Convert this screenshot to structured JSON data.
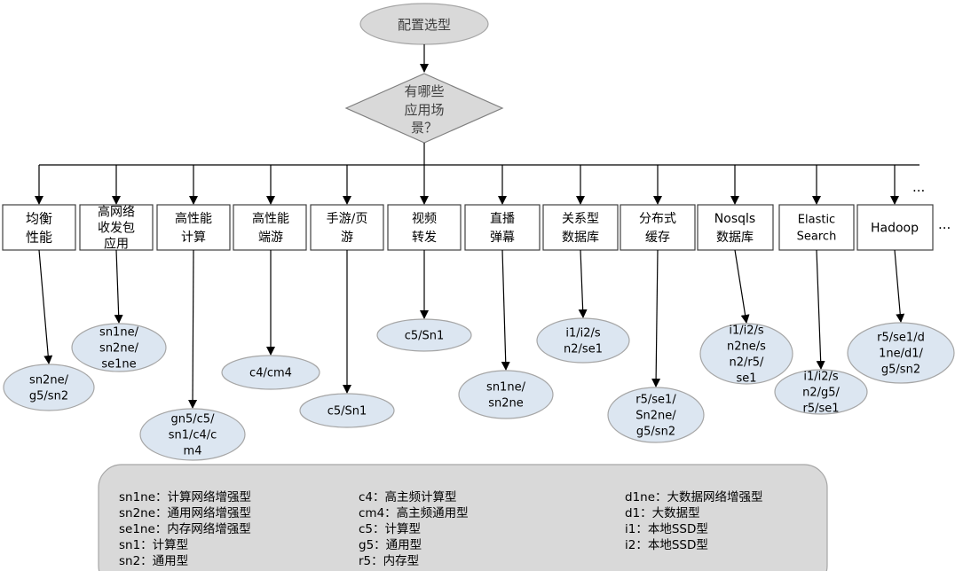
{
  "colors": {
    "ellipse_fill": "#dce6f1",
    "ellipse_stroke": "#a6a6a6",
    "start_fill": "#d9d9d9",
    "legend_fill": "#d9d9d9",
    "line": "#000000",
    "text": "#000000"
  },
  "start_node": {
    "label": "配置选型"
  },
  "decision_node": {
    "lines": [
      "有哪些",
      "应用场",
      "景？"
    ]
  },
  "extra_marks": [
    "...",
    "..."
  ],
  "scenarios": [
    {
      "id": "balanced",
      "lines": [
        "均衡",
        "性能"
      ],
      "specs": [
        "sn2ne/",
        "g5/sn2"
      ]
    },
    {
      "id": "high-net",
      "lines": [
        "高网络",
        "收发包",
        "应用"
      ],
      "specs": [
        "sn1ne/",
        "sn2ne/",
        "se1ne"
      ]
    },
    {
      "id": "hpc",
      "lines": [
        "高性能",
        "计算"
      ],
      "specs": [
        "gn5/c5/",
        "sn1/c4/c",
        "m4"
      ]
    },
    {
      "id": "hp-mobile-game",
      "lines": [
        "高性能",
        "端游"
      ],
      "specs": [
        "c4/cm4"
      ]
    },
    {
      "id": "mobile-web-game",
      "lines": [
        "手游/页",
        "游"
      ],
      "specs": [
        "c5/Sn1"
      ]
    },
    {
      "id": "video-forward",
      "lines": [
        "视频",
        "转发"
      ],
      "specs": [
        "c5/Sn1"
      ]
    },
    {
      "id": "live-danmaku",
      "lines": [
        "直播",
        "弹幕"
      ],
      "specs": [
        "sn1ne/",
        "sn2ne"
      ]
    },
    {
      "id": "relational-db",
      "lines": [
        "关系型",
        "数据库"
      ],
      "specs": [
        "i1/i2/s",
        "n2/se1"
      ]
    },
    {
      "id": "distributed-cache",
      "lines": [
        "分布式",
        "缓存"
      ],
      "specs": [
        "r5/se1/",
        "Sn2ne/",
        "g5/sn2"
      ]
    },
    {
      "id": "nosql-db",
      "lines": [
        "Nosqls",
        "数据库"
      ],
      "specs": [
        "i1/i2/s",
        "n2ne/s",
        "n2/r5/",
        "se1"
      ]
    },
    {
      "id": "elastic-search",
      "lines": [
        "Elastic",
        "Search"
      ],
      "specs": [
        "i1/i2/s",
        "n2/g5/",
        "r5/se1"
      ]
    },
    {
      "id": "hadoop",
      "lines": [
        "Hadoop"
      ],
      "specs": [
        "r5/se1/d",
        "1ne/d1/",
        "g5/sn2"
      ]
    }
  ],
  "legend": {
    "col1": [
      "sn1ne：计算网络增强型",
      "sn2ne：通用网络增强型",
      "se1ne：内存网络增强型",
      "sn1：计算型",
      "sn2：通用型"
    ],
    "col2": [
      "c4：高主频计算型",
      "cm4：高主频通用型",
      "c5：计算型",
      "g5：通用型",
      "r5：内存型"
    ],
    "col3": [
      "d1ne：大数据网络增强型",
      "d1：大数据型",
      "i1：本地SSD型",
      "i2：本地SSD型"
    ]
  }
}
